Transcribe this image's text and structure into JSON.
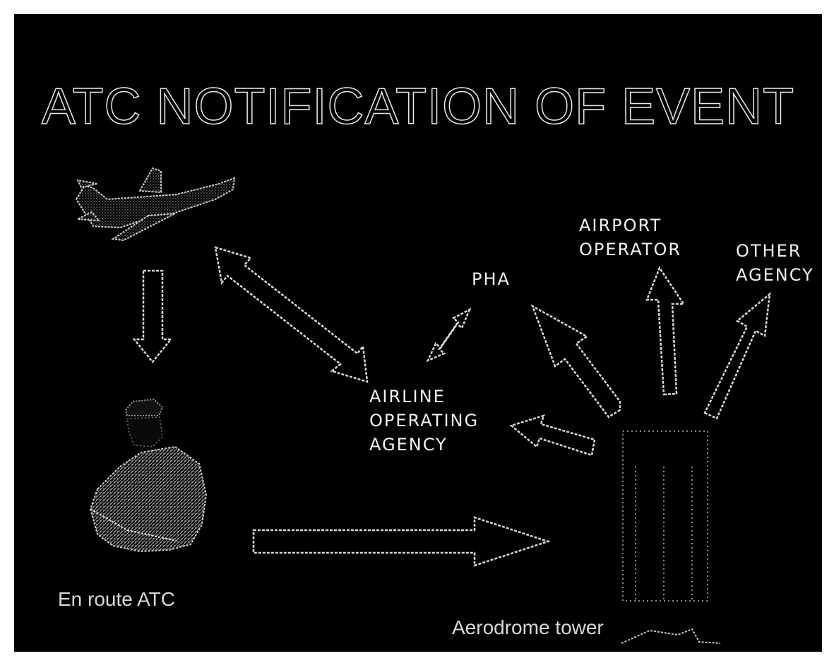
{
  "title": "ATC NOTIFICATION OF EVENT",
  "nodes": {
    "pha": "PHA",
    "airport_operator": [
      "AIRPORT",
      "OPERATOR"
    ],
    "other_agency": [
      "OTHER",
      "AGENCY"
    ],
    "airline_operating_agency": [
      "AIRLINE",
      "OPERATING",
      "AGENCY"
    ],
    "en_route_atc": "En route ATC",
    "aerodrome_tower": "Aerodrome tower"
  },
  "icons": {
    "aircraft": "airplane-icon",
    "controller": "controller-person-icon",
    "tower": "tower-icon"
  },
  "colors": {
    "background": "#000000",
    "foreground": "#e6e6e6"
  }
}
